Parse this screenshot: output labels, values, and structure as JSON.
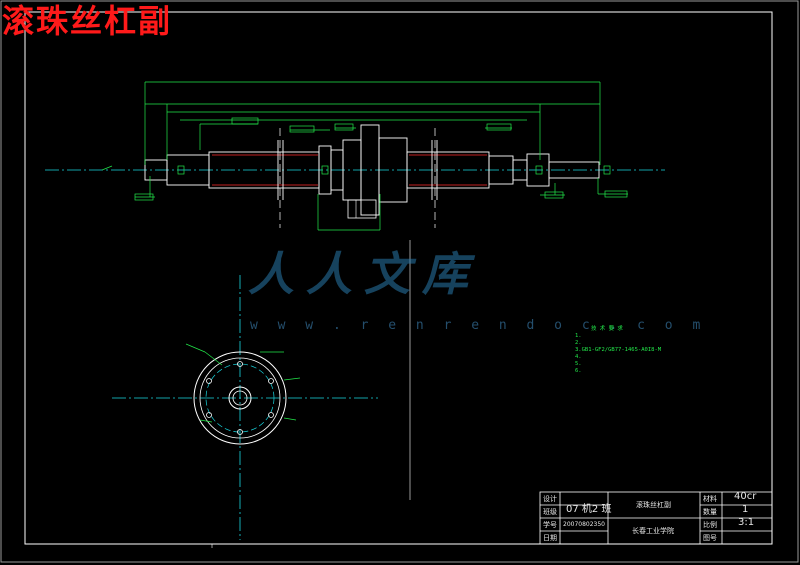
{
  "title": "滚珠丝杠副",
  "watermark": {
    "chinese": "人人文库",
    "url": "w w w . r e n r e n d o c . c o m"
  },
  "tech_notes": {
    "heading": "技 术 要 求",
    "items": [
      "1.",
      "2.",
      "3.GB1-GF2/GB77-1465-A0I8-M",
      "4.",
      "5.",
      "6."
    ]
  },
  "title_block": {
    "designer_label": "设计",
    "designer_value": "",
    "class_label": "班级",
    "class_value": "07 机2 班",
    "id_label": "学号",
    "id_value": "20070802350",
    "date_label": "日期",
    "part_name": "滚珠丝杠副",
    "unit": "长春工业学院",
    "material_label": "材料",
    "material_value": "40cr",
    "qty_label": "数量",
    "qty_value": "1",
    "scale_label": "比例",
    "scale_value": "3:1",
    "drawing_no_label": "图号"
  },
  "colors": {
    "background": "#000000",
    "frame": "#ffffff",
    "dimension": "#22e84a",
    "centerline": "#19d7e0",
    "thread": "#ff2a2a",
    "watermark": "#2878aa"
  }
}
